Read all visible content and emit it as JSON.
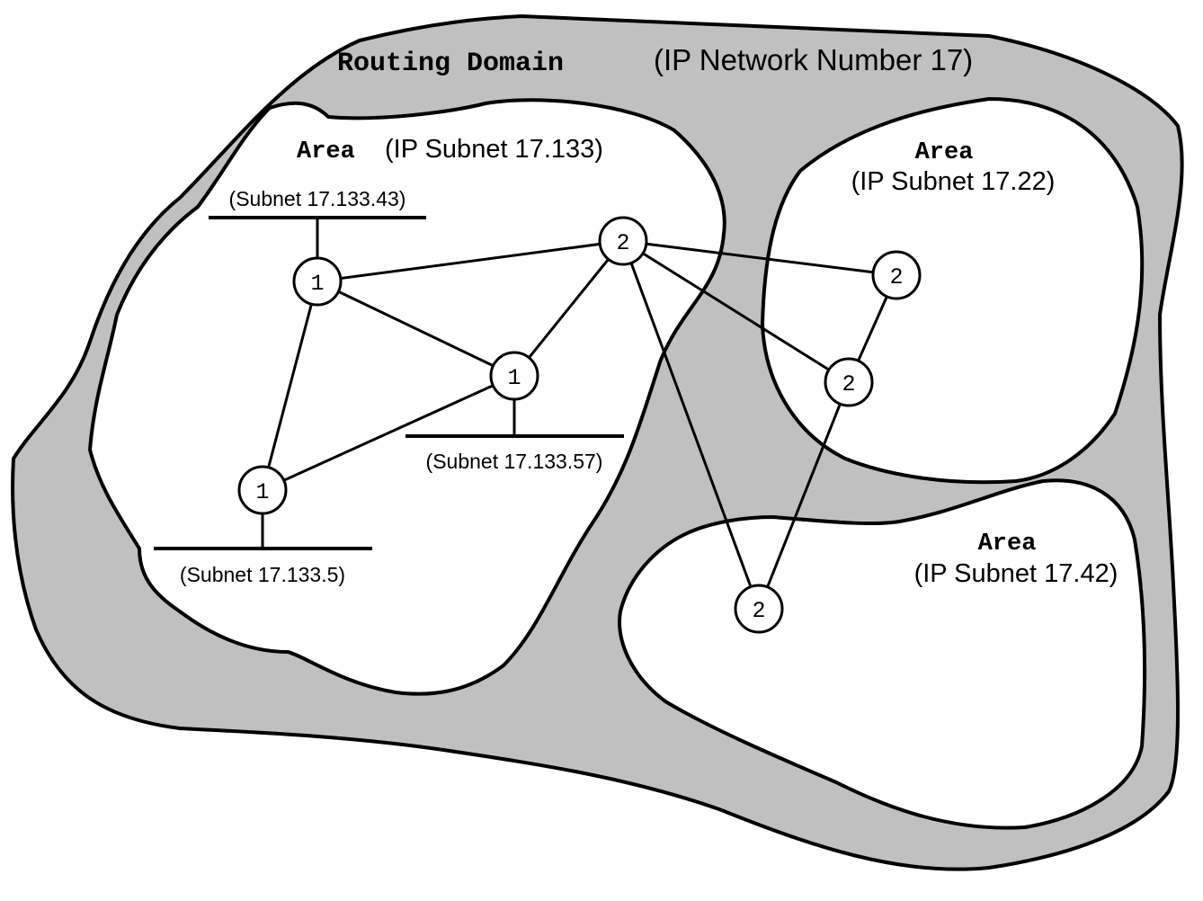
{
  "domain": {
    "keyword": "Routing Domain",
    "description": "(IP Network Number 17)",
    "fill_color": "#c0c0c0"
  },
  "areas": [
    {
      "keyword": "Area",
      "description": "(IP Subnet 17.133)"
    },
    {
      "keyword": "Area",
      "description": "(IP Subnet 17.22)"
    },
    {
      "keyword": "Area",
      "description": "(IP Subnet 17.42)"
    }
  ],
  "subnets": [
    {
      "label": "(Subnet 17.133.43)"
    },
    {
      "label": "(Subnet 17.133.57)"
    },
    {
      "label": "(Subnet 17.133.5)"
    }
  ],
  "routers": [
    {
      "id": "r1a",
      "level": "1"
    },
    {
      "id": "r1b",
      "level": "1"
    },
    {
      "id": "r1c",
      "level": "1"
    },
    {
      "id": "r2a",
      "level": "2"
    },
    {
      "id": "r2b",
      "level": "2"
    },
    {
      "id": "r2c",
      "level": "2"
    },
    {
      "id": "r2d",
      "level": "2"
    }
  ],
  "links": [
    [
      "r1a",
      "r2a"
    ],
    [
      "r1a",
      "r1b"
    ],
    [
      "r1a",
      "r1c"
    ],
    [
      "r1b",
      "r1c"
    ],
    [
      "r1b",
      "r2a"
    ],
    [
      "r2a",
      "r2b"
    ],
    [
      "r2a",
      "r2c"
    ],
    [
      "r2a",
      "r2d"
    ],
    [
      "r2b",
      "r2c"
    ],
    [
      "r2c",
      "r2d"
    ]
  ]
}
